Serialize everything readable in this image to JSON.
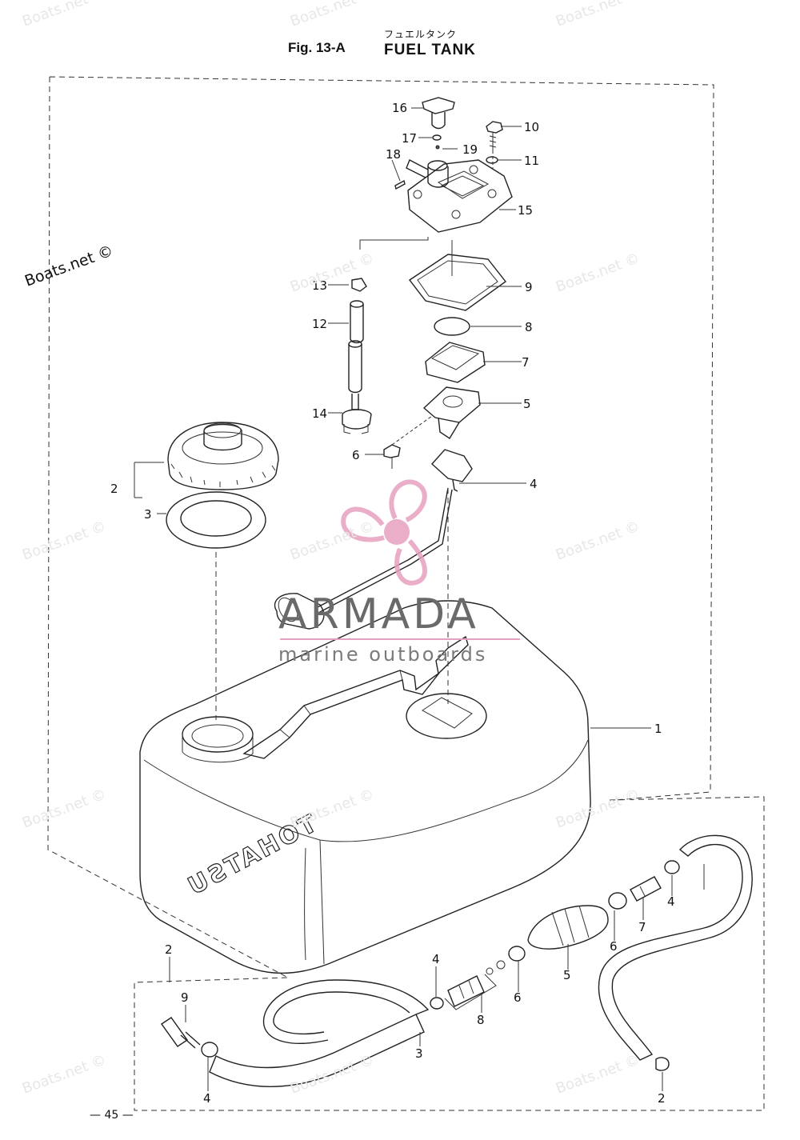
{
  "header": {
    "figure_number": "Fig. 13-A",
    "title_japanese": "フュエルタンク",
    "title": "FUEL TANK"
  },
  "page_number": "— 45 —",
  "watermarks": {
    "main": "Boats.net ©",
    "repeat": "Boats.net ©"
  },
  "brand": {
    "name": "ARMADA",
    "tagline": "marine outboards",
    "logo_color": "#e8a0c0"
  },
  "tank_marking": "TOHATSU",
  "callouts_upper": [
    "16",
    "17",
    "19",
    "18",
    "10",
    "11",
    "15",
    "13",
    "9",
    "12",
    "8",
    "7",
    "14",
    "5",
    "6",
    "4",
    "2",
    "3",
    "1"
  ],
  "callouts_lower": [
    "4",
    "7",
    "6",
    "4",
    "5",
    "6",
    "8",
    "2",
    "9",
    "3",
    "4",
    "2"
  ]
}
